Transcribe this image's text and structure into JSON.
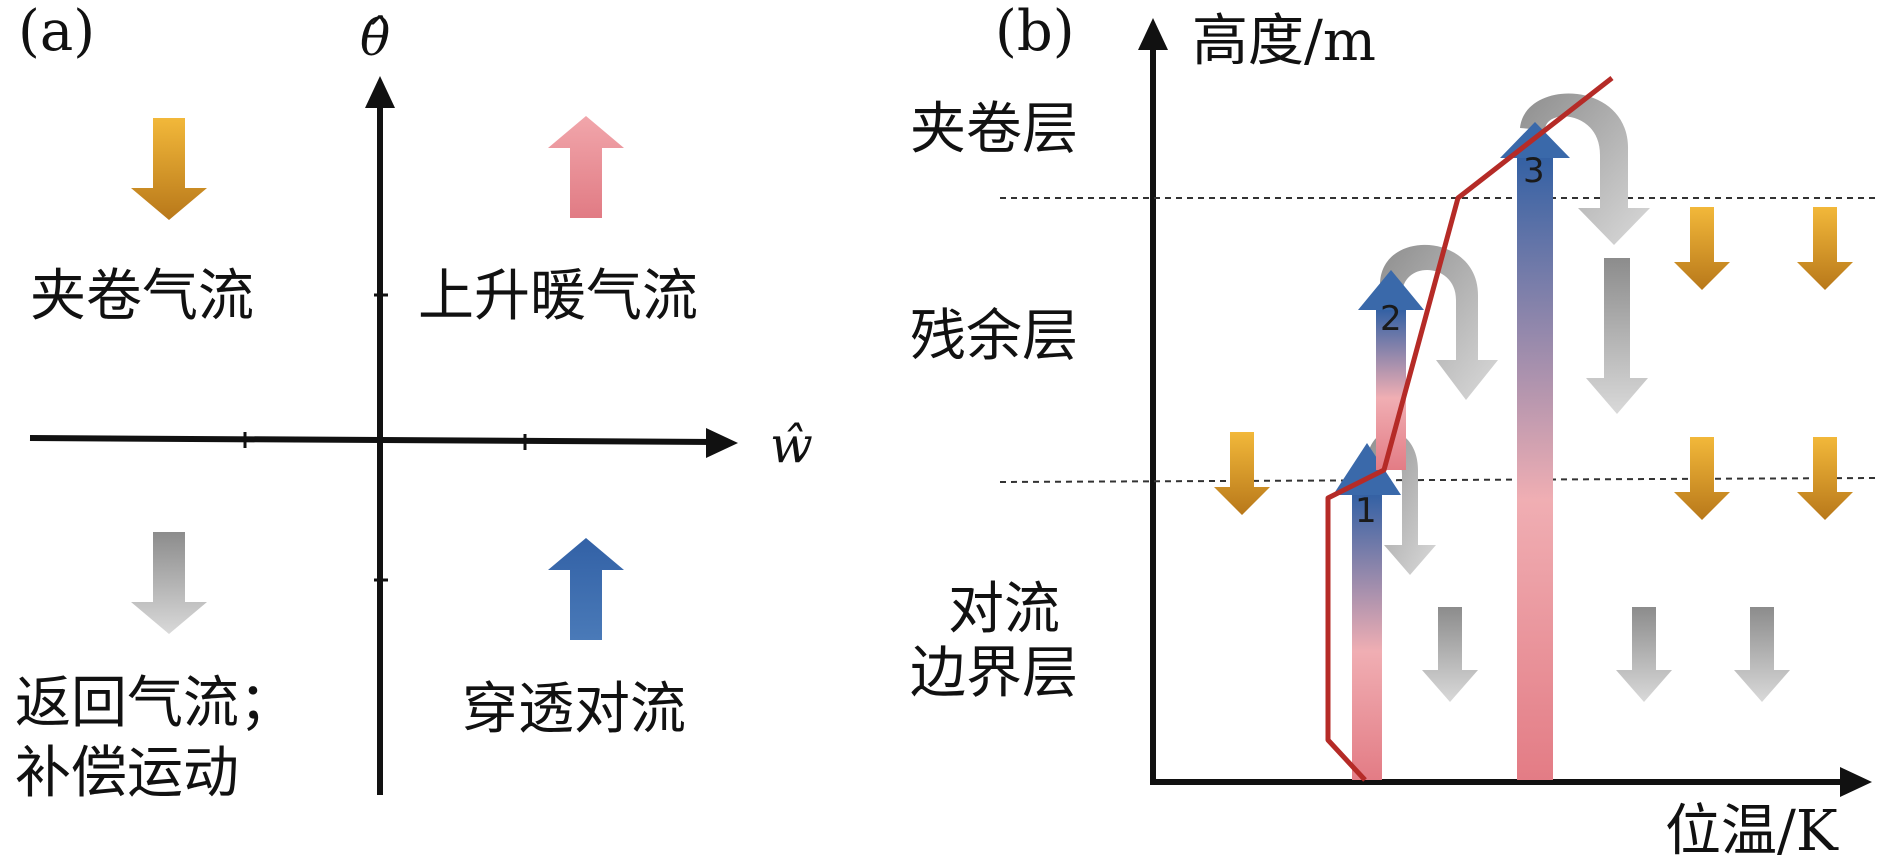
{
  "panel_a": {
    "tag": "(a)",
    "y_axis_label": "θ̂",
    "x_axis_label": "ŵ",
    "q_top_left": "夹卷气流",
    "q_top_right": "上升暖气流",
    "q_bottom_left_1": "返回气流；",
    "q_bottom_left_2": "补偿运动",
    "q_bottom_right": "穿透对流"
  },
  "panel_b": {
    "tag": "(b)",
    "y_axis_label": "高度/m",
    "x_axis_label": "位温/K",
    "layer_entrainment": "夹卷层",
    "layer_residual": "残余层",
    "layer_cbl_1": "对流",
    "layer_cbl_2": "边界层",
    "plume_1": "1",
    "plume_2": "2",
    "plume_3": "3"
  },
  "colors": {
    "entrainment_arrow": "#e0a020",
    "warm_updraft": "#e8828a",
    "penetrative": "#3d6aa8",
    "return_flow": "#a8a8a8",
    "theta_profile": "#b52b27"
  }
}
